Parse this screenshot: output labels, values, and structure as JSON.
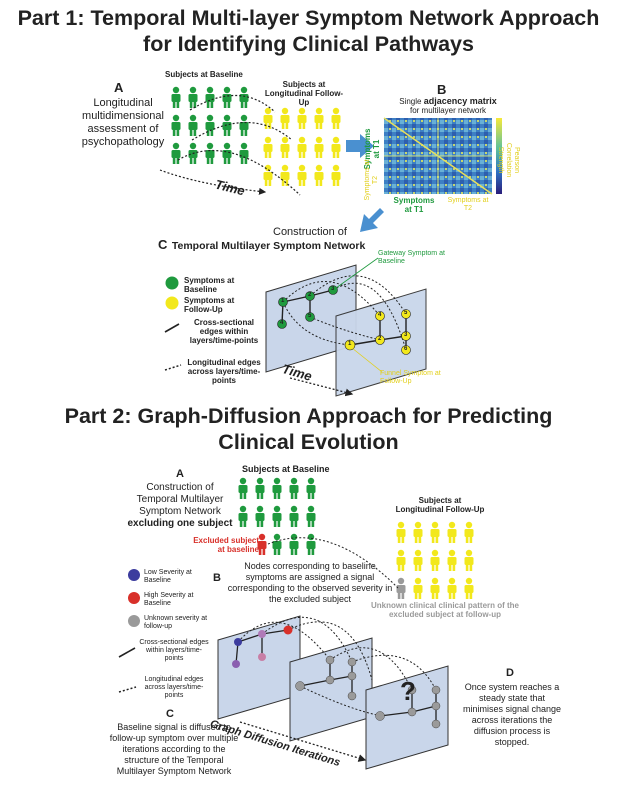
{
  "part1": {
    "title_line1": "Part 1: Temporal Multi-layer Symptom Network Approach",
    "title_line2": "for Identifying Clinical Pathways",
    "A": {
      "letter": "A",
      "desc": "Longitudinal multidimensional assessment of psychopathology",
      "baseline_label": "Subjects at Baseline",
      "followup_label": "Subjects at Longitudinal Follow-Up",
      "time_label": "Time"
    },
    "B": {
      "letter": "B",
      "title_pre": "Single",
      "title_bold": "adjacency matrix",
      "title_post": "for multilayer network",
      "left_t1": "Symptoms at T1",
      "left_t2": "Symptoms at T2",
      "bottom_t1": "Symptoms at T1",
      "bottom_t2": "Symptoms at T2",
      "colorbar_label": "Pearson Correlation Strength"
    },
    "C": {
      "pre": "Construction of",
      "letter": "C",
      "title": "Temporal Multilayer Symptom Network",
      "legend": [
        {
          "label": "Symptoms at Baseline",
          "color": "#1f9a3e"
        },
        {
          "label": "Symptoms at Follow-Up",
          "color": "#f2e81c"
        }
      ],
      "edge_cross": "Cross-sectional edges within layers/time-points",
      "edge_long": "Longitudinal edges across layers/time-points",
      "gateway": "Gateway Symptom at Baseline",
      "funnel": "Funnel Symptom at Follow-Up",
      "time_label": "Time",
      "node_numbers": [
        "1",
        "2",
        "3",
        "4",
        "5",
        "6",
        "1",
        "2",
        "3",
        "4",
        "5",
        "6"
      ]
    }
  },
  "part2": {
    "title_line1": "Part 2: Graph-Diffusion Approach for Predicting",
    "title_line2": "Clinical Evolution",
    "A": {
      "letter": "A",
      "line1": "Construction of",
      "line2": "Temporal Multilayer",
      "line3": "Symptom Network",
      "line4": "excluding one subject",
      "baseline_label": "Subjects at Baseline",
      "excluded": "Excluded subject at baseline",
      "followup_label": "Subjects at Longitudinal Follow-Up",
      "unknown": "Unknown clinical clinical pattern of the excluded subject at follow-up"
    },
    "B": {
      "letter": "B",
      "desc": "Nodes corresponding to baseline symptoms are assigned a signal corresponding to the observed severity in the excluded subject",
      "legend": [
        {
          "label": "Low Severity at Baseline",
          "color": "#3c3c9e"
        },
        {
          "label": "High Severity at Baseline",
          "color": "#d8302a"
        },
        {
          "label": "Unknown severity at follow-up",
          "color": "#9a9a9a"
        }
      ],
      "edge_cross": "Cross-sectional edges within layers/time-points",
      "edge_long": "Longitudinal edges across layers/time-points"
    },
    "C": {
      "letter": "C",
      "desc": "Baseline signal is diffused to follow-up symptom over multiple iterations according to the structure of the Temporal Multilayer Symptom Network"
    },
    "D": {
      "letter": "D",
      "desc": "Once system reaches a steady state that minimises signal change across iterations the diffusion process is stopped."
    },
    "iterations_label": "Graph Diffusion Iterations",
    "question_mark": "?"
  },
  "colors": {
    "green": "#1f9a3e",
    "yellow": "#f2e81c",
    "red": "#d8302a",
    "gray": "#9a9a9a",
    "plane": "#c9d6ea",
    "arrow": "#4a90d0"
  }
}
